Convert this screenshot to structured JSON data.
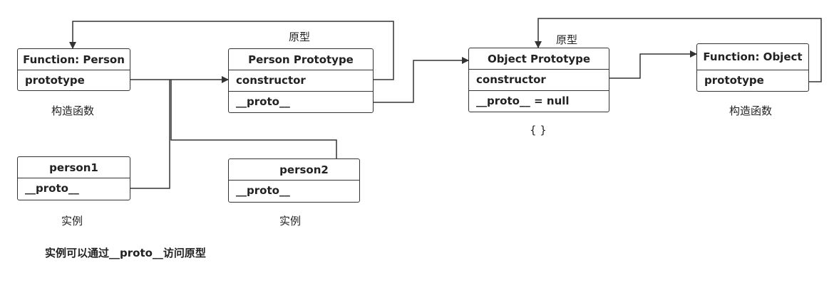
{
  "boxes": {
    "function_person": {
      "title": "Function: Person",
      "rows": [
        "prototype"
      ]
    },
    "person_prototype": {
      "title": "Person Prototype",
      "rows": [
        "constructor",
        "__proto__"
      ]
    },
    "object_prototype": {
      "title": "Object Prototype",
      "rows": [
        "constructor",
        "__proto__ = null"
      ]
    },
    "function_object": {
      "title": "Function: Object",
      "rows": [
        "prototype"
      ]
    },
    "person1": {
      "title": "person1",
      "rows": [
        "__proto__"
      ]
    },
    "person2": {
      "title": "person2",
      "rows": [
        "__proto__"
      ]
    }
  },
  "labels": {
    "prototype_cn_1": "原型",
    "prototype_cn_2": "原型",
    "constructor_fn_1": "构造函数",
    "constructor_fn_2": "构造函数",
    "empty_object": "{ }",
    "instance_1": "实例",
    "instance_2": "实例",
    "note": "实例可以通过__proto__访问原型"
  }
}
